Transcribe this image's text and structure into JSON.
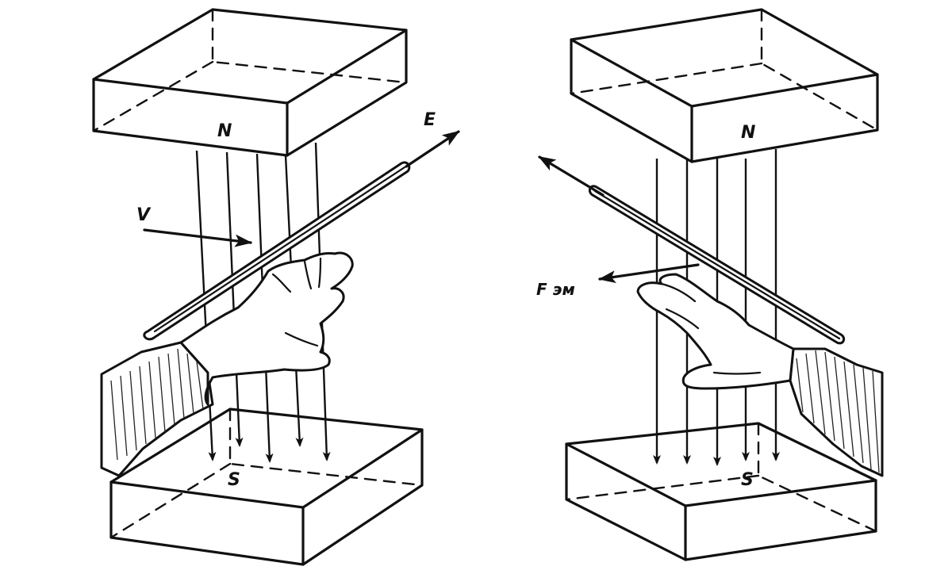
{
  "labels": {
    "left_north": "N",
    "left_south": "S",
    "velocity": "V",
    "emf": "E",
    "right_north": "N",
    "right_south": "S",
    "force": "F эм"
  }
}
